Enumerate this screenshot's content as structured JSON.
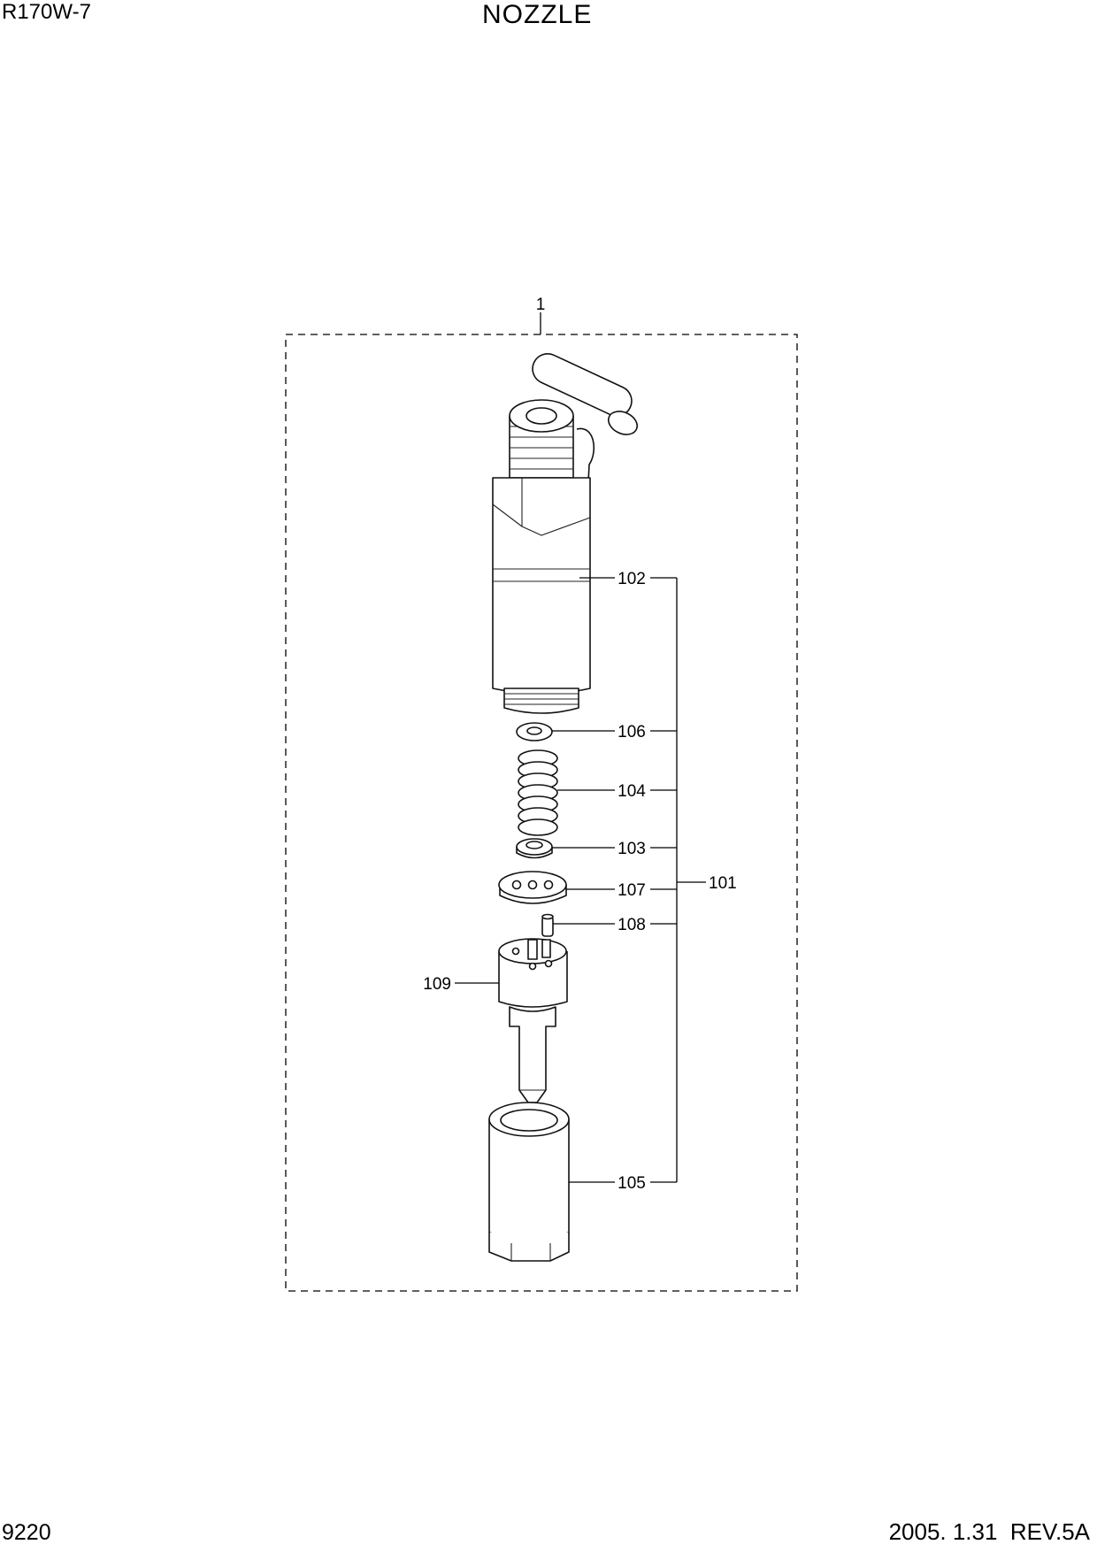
{
  "header": {
    "model": "R170W-7",
    "title": "NOZZLE"
  },
  "footer": {
    "page_number": "9220",
    "date_revision": "2005. 1.31  REV.5A"
  },
  "diagram": {
    "assembly_label": "1",
    "subassembly_label": "101",
    "callouts": {
      "p102": "102",
      "p106": "106",
      "p104": "104",
      "p103": "103",
      "p107": "107",
      "p108": "108",
      "p109": "109",
      "p105": "105"
    }
  }
}
